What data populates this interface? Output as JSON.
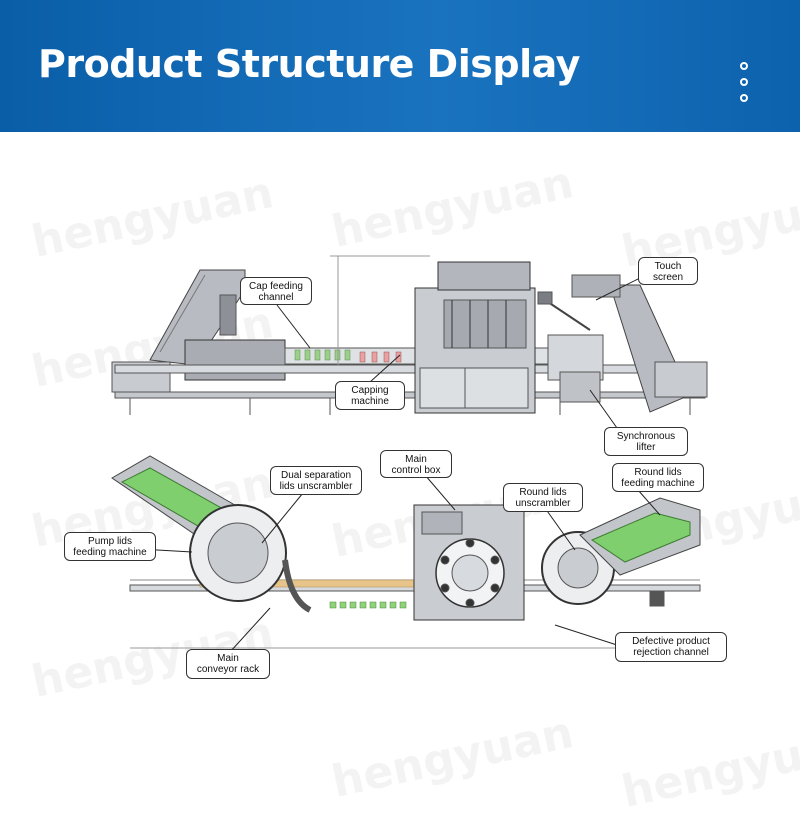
{
  "header": {
    "title": "Product Structure Display",
    "brand_color": "#1a73bf",
    "menu_icon": "vertical-dots-icon"
  },
  "watermark": "hengyuan",
  "labels": {
    "cap_feeding_channel": "Cap feeding\nchannel",
    "touch_screen": "Touch\nscreen",
    "capping_machine": "Capping\nmachine",
    "synchronous_lifter": "Synchronous\nlifter",
    "dual_separation": "Dual separation\nlids unscrambler",
    "main_control_box": "Main\ncontrol box",
    "round_lids_unscrambler": "Round lids\nunscrambler",
    "round_lids_feeding": "Round lids\nfeeding machine",
    "pump_lids_feeding": "Pump lids\nfeeding machine",
    "main_conveyor_rack": "Main\nconveyor rack",
    "defective_rejection": "Defective product\nrejection channel"
  }
}
